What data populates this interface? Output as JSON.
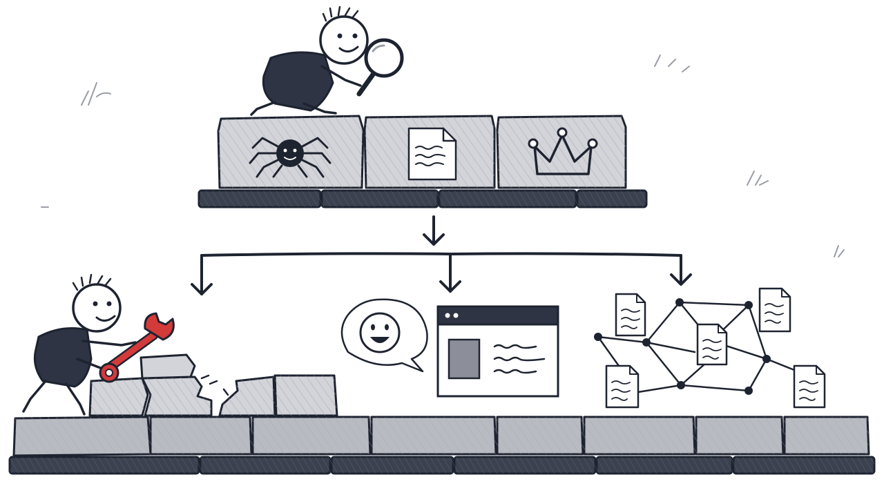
{
  "diagram": {
    "top_tier": {
      "blocks": [
        {
          "icon": "spider-icon"
        },
        {
          "icon": "document-icon"
        },
        {
          "icon": "crown-icon"
        }
      ],
      "figure": {
        "tool": "magnifying-glass-icon"
      }
    },
    "branch_targets": [
      {
        "content": "broken-stone-blocks"
      },
      {
        "content": "chat-and-browser",
        "icons": [
          "smiley-speech-bubble-icon",
          "browser-window-icon"
        ]
      },
      {
        "content": "linked-documents-network"
      }
    ],
    "bottom_tier": {
      "figure": {
        "tool": "wrench-icon"
      }
    },
    "colors": {
      "ink": "#1e2330",
      "stone_light": "#d3d4d9",
      "stone_dark": "#3c4150",
      "wrench": "#d33a3a",
      "background": "#ffffff"
    }
  }
}
